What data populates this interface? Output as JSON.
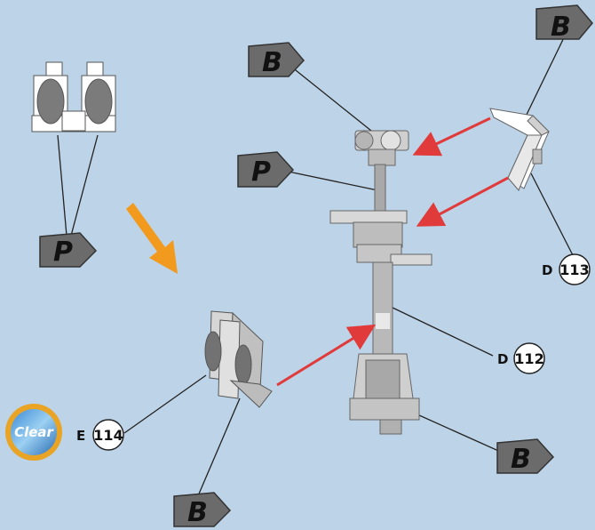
{
  "flags": {
    "b_top_right": "B",
    "b_top_center": "B",
    "p_center": "P",
    "p_left": "P",
    "b_bottom_right": "B",
    "b_bottom_left": "B"
  },
  "callouts": {
    "d113": {
      "letter": "D",
      "number": "113"
    },
    "d112": {
      "letter": "D",
      "number": "112"
    },
    "e114": {
      "letter": "E",
      "number": "114"
    }
  },
  "badge": {
    "label": "Clear"
  },
  "colors": {
    "background": "#bdd3e7",
    "flag_fill": "#6b6b6b",
    "part_gray": "#c9c9c9",
    "arrow_red": "#e03a3a",
    "arrow_orange": "#f29a1e",
    "badge_blue": "#2e73b8",
    "badge_ring": "#e9a426"
  }
}
